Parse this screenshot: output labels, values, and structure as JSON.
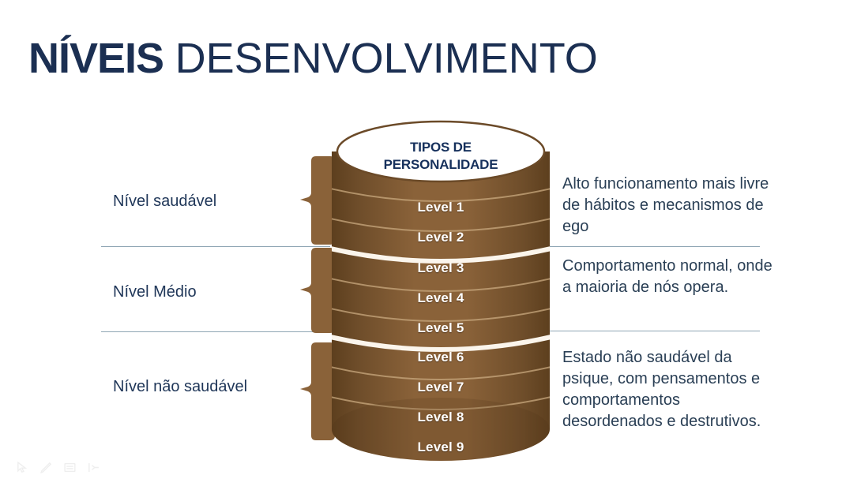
{
  "slide": {
    "title_strong": "NÍVEIS",
    "title_light": "DESENVOLVIMENTO",
    "title_color": "#1b2f52",
    "background": "#ffffff"
  },
  "diagram": {
    "cap_label_line1": "TIPOS DE",
    "cap_label_line2": "PERSONALIDADE",
    "cap_text_color": "#16305c",
    "cylinder_color_light": "#8a6239",
    "cylinder_color_dark": "#5f411f",
    "divider_color": "#8fa6b4",
    "levels": [
      {
        "label": "Level 1",
        "group": 0
      },
      {
        "label": "Level 2",
        "group": 0
      },
      {
        "label": "Level 3",
        "group": 1
      },
      {
        "label": "Level 4",
        "group": 1
      },
      {
        "label": "Level 5",
        "group": 1
      },
      {
        "label": "Level 6",
        "group": 2
      },
      {
        "label": "Level 7",
        "group": 2
      },
      {
        "label": "Level 8",
        "group": 2
      },
      {
        "label": "Level 9",
        "group": 2
      }
    ],
    "groups": [
      {
        "label": "Nível  saudável",
        "description": "Alto funcionamento mais livre de hábitos e mecanismos de ego"
      },
      {
        "label": "Nível  Médio",
        "description": "Comportamento normal, onde a maioria de nós opera."
      },
      {
        "label": "Nível não saudável",
        "description": "Estado não saudável da psique, com pensamentos e comportamentos desordenados e destrutivos."
      }
    ]
  },
  "toolbar": {
    "icons": [
      {
        "name": "pointer-icon"
      },
      {
        "name": "pen-icon"
      },
      {
        "name": "menu-icon"
      },
      {
        "name": "present-icon"
      }
    ]
  }
}
